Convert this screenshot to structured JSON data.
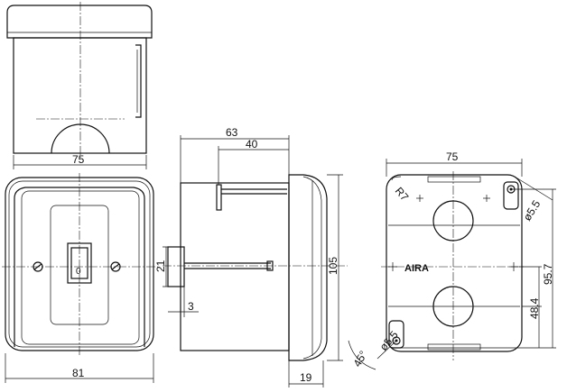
{
  "dimensions": {
    "top_width": "75",
    "front_width": "81",
    "side_depth_total": "63",
    "side_depth_inner": "40",
    "side_height": "105",
    "side_flange": "19",
    "side_center_height": "21",
    "side_small": "3",
    "rear_width": "75",
    "rear_height_total": "95.7",
    "rear_height_half": "48.4",
    "rear_radius": "R7",
    "rear_hole_dia_top": "ø5.5",
    "rear_hole_dia_bottom": "ø5.5",
    "rear_angle": "45°"
  },
  "labels": {
    "switch_off": "0",
    "brand": "AIRA"
  }
}
